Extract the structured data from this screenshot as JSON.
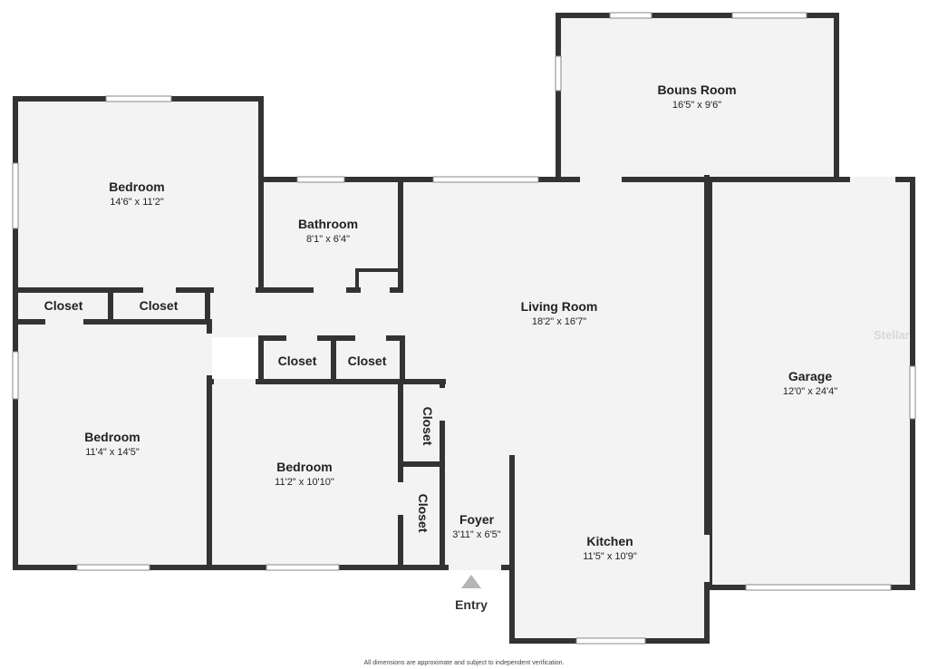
{
  "rooms": {
    "bonus": {
      "name": "Bouns Room",
      "dims": "16'5\" x 9'6\""
    },
    "bedroom_top": {
      "name": "Bedroom",
      "dims": "14'6\" x 11'2\""
    },
    "bathroom": {
      "name": "Bathroom",
      "dims": "8'1\" x 6'4\""
    },
    "living": {
      "name": "Living Room",
      "dims": "18'2\" x 16'7\""
    },
    "garage": {
      "name": "Garage",
      "dims": "12'0\" x 24'4\""
    },
    "bedroom_left": {
      "name": "Bedroom",
      "dims": "11'4\" x 14'5\""
    },
    "bedroom_mid": {
      "name": "Bedroom",
      "dims": "11'2\" x 10'10\""
    },
    "foyer": {
      "name": "Foyer",
      "dims": "3'11\" x 6'5\""
    },
    "kitchen": {
      "name": "Kitchen",
      "dims": "11'5\" x 10'9\""
    },
    "closet_1": {
      "name": "Closet"
    },
    "closet_2": {
      "name": "Closet"
    },
    "closet_3": {
      "name": "Closet"
    },
    "closet_4": {
      "name": "Closet"
    },
    "closet_5": {
      "name": "Closet"
    },
    "closet_6": {
      "name": "Closet"
    }
  },
  "entry_label": "Entry",
  "watermark": "Stellar",
  "disclaimer": "All dimensions are approximate and subject to independent verification."
}
